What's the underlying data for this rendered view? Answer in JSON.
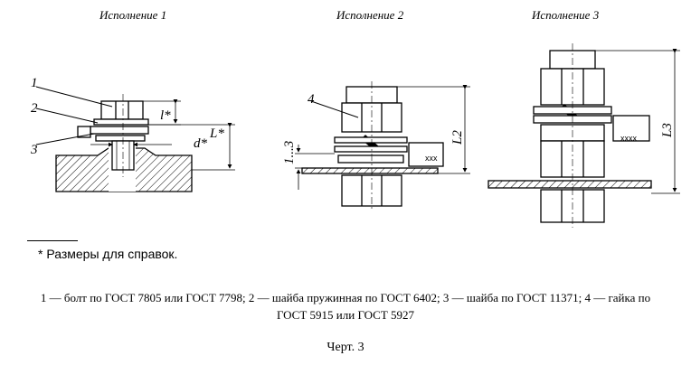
{
  "titles": [
    "Исполнение 1",
    "Исполнение 2",
    "Исполнение 3"
  ],
  "labels": {
    "part1": "1",
    "part2": "2",
    "part3": "3",
    "part4": "4",
    "dim_l": "l*",
    "dim_d": "d*",
    "dim_L": "L*",
    "dim_range": "1...3",
    "dim_L2": "L2",
    "dim_L3": "L3"
  },
  "footnote": "* Размеры для справок.",
  "legend": {
    "line1": "1 — болт по ГОСТ 7805 или ГОСТ 7798; 2 — шайба пружинная по ГОСТ 6402; 3 — шайба по ГОСТ 11371; 4 — гайка по",
    "line2": "ГОСТ 5915 или ГОСТ 5927"
  },
  "caption": "Черт. 3"
}
